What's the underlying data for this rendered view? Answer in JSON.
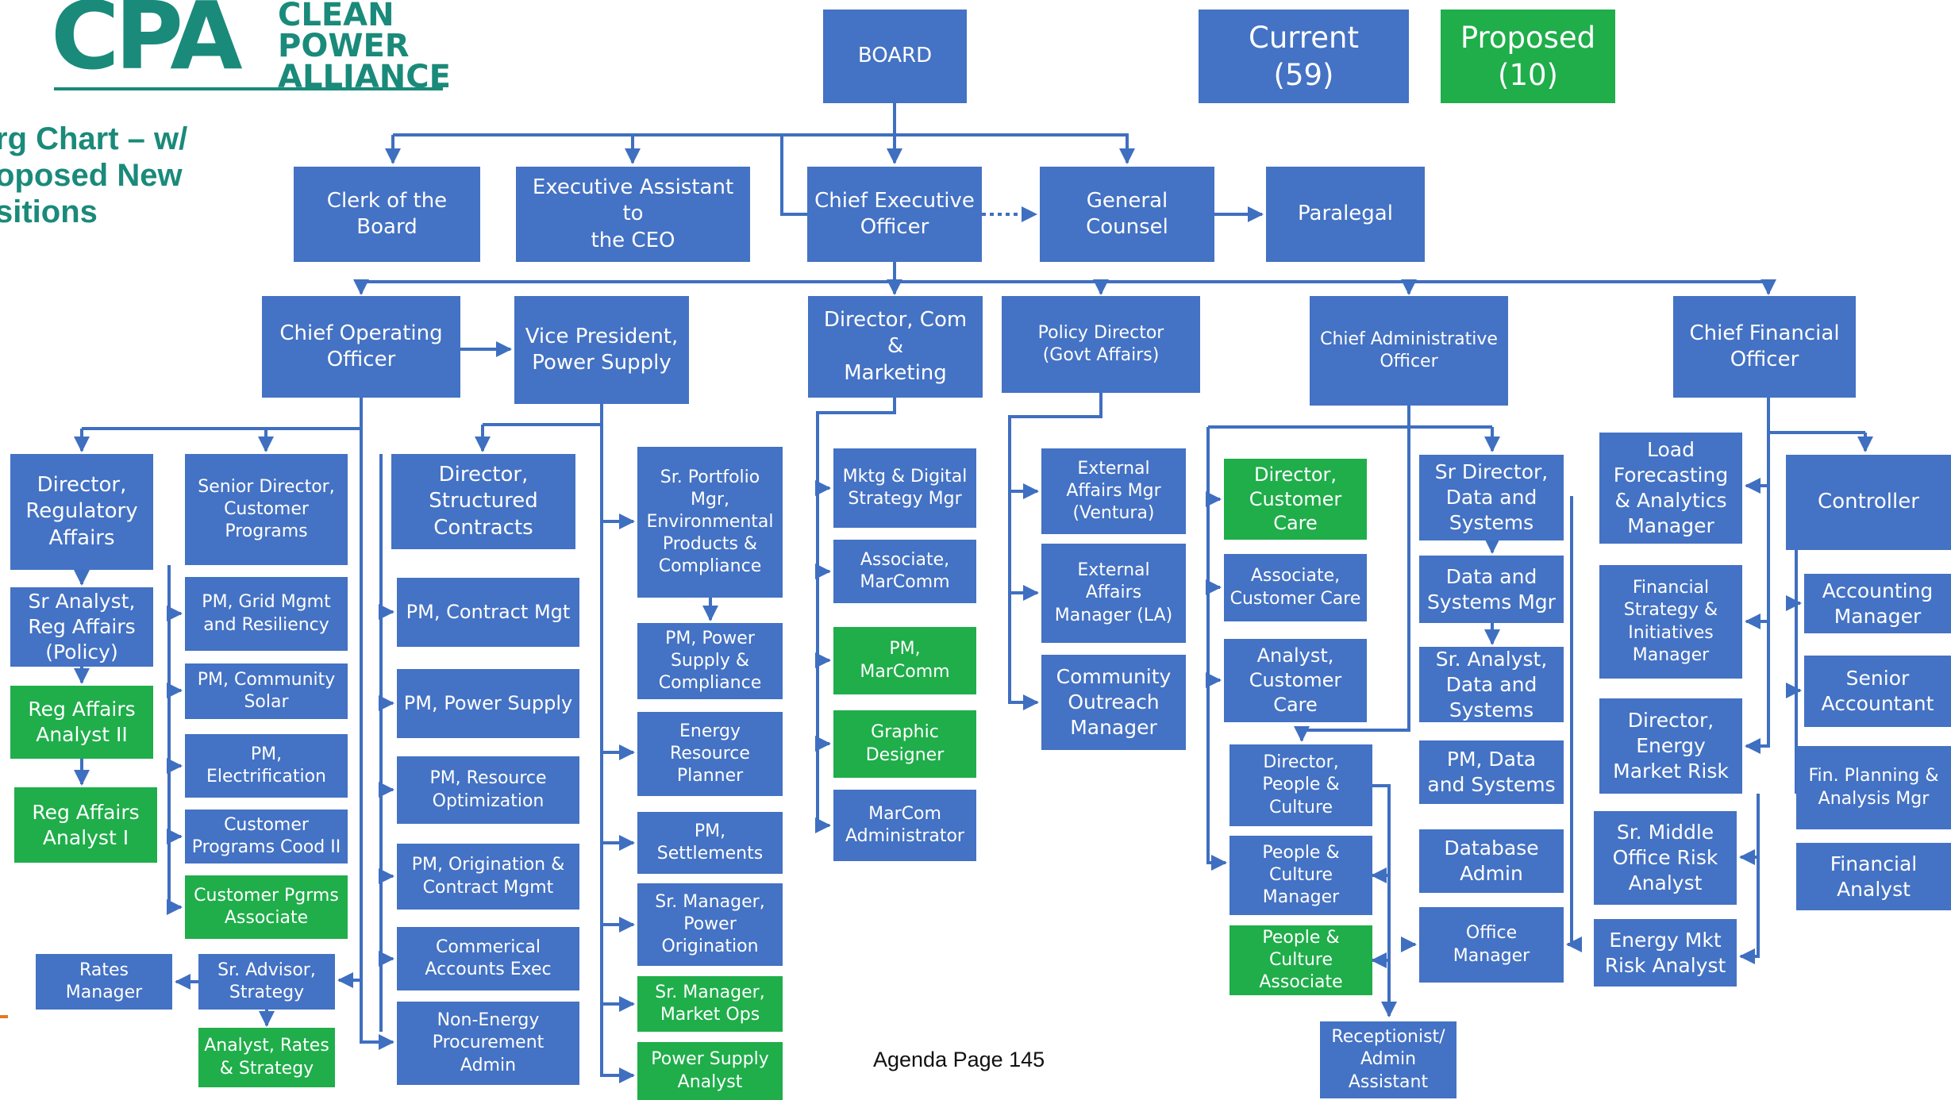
{
  "logo": {
    "mark": "CPA",
    "name": "CLEAN\nPOWER\nALLIANCE",
    "color": "#1a8a7a"
  },
  "title": "rg Chart – w/\noposed New\nsitions",
  "footer": "Agenda Page 145",
  "colors": {
    "current": "#4472c4",
    "proposed": "#1fae4a",
    "connector": "#3f6fc0"
  },
  "legend": {
    "current": "Current\n(59)",
    "proposed": "Proposed\n(10)"
  },
  "nodes": [
    {
      "id": "board",
      "text": "BOARD",
      "type": "current"
    },
    {
      "id": "clerk",
      "text": "Clerk of the Board",
      "type": "current"
    },
    {
      "id": "exec_asst",
      "text": "Executive Assistant to\nthe CEO",
      "type": "current"
    },
    {
      "id": "ceo",
      "text": "Chief Executive\nOfficer",
      "type": "current"
    },
    {
      "id": "gc",
      "text": "General Counsel",
      "type": "current"
    },
    {
      "id": "paralegal",
      "text": "Paralegal",
      "type": "current"
    },
    {
      "id": "coo",
      "text": "Chief Operating\nOfficer",
      "type": "current"
    },
    {
      "id": "vp_ps",
      "text": "Vice President,\nPower Supply",
      "type": "current"
    },
    {
      "id": "dir_com",
      "text": "Director, Com &\nMarketing",
      "type": "current"
    },
    {
      "id": "policy_dir",
      "text": "Policy Director\n(Govt Affairs)",
      "type": "current"
    },
    {
      "id": "cao",
      "text": "Chief Administrative\nOfficer",
      "type": "current"
    },
    {
      "id": "cfo",
      "text": "Chief Financial\nOfficer",
      "type": "current"
    },
    {
      "id": "dir_reg",
      "text": "Director,\nRegulatory\nAffairs",
      "type": "current"
    },
    {
      "id": "sr_analyst_reg",
      "text": "Sr Analyst,\nReg Affairs\n(Policy)",
      "type": "current"
    },
    {
      "id": "reg_analyst_2",
      "text": "Reg Affairs\nAnalyst II",
      "type": "proposed"
    },
    {
      "id": "reg_analyst_1",
      "text": "Reg Affairs\nAnalyst I",
      "type": "proposed"
    },
    {
      "id": "rates_mgr",
      "text": "Rates\nManager",
      "type": "current"
    },
    {
      "id": "sr_dir_cust",
      "text": "Senior Director,\nCustomer\nPrograms",
      "type": "current"
    },
    {
      "id": "pm_grid",
      "text": "PM, Grid Mgmt\nand Resiliency",
      "type": "current"
    },
    {
      "id": "pm_comm_solar",
      "text": "PM, Community\nSolar",
      "type": "current"
    },
    {
      "id": "pm_elec",
      "text": "PM,\nElectrification",
      "type": "current"
    },
    {
      "id": "cust_coord",
      "text": "Customer\nPrograms Cood II",
      "type": "current"
    },
    {
      "id": "cust_assoc",
      "text": "Customer Pgrms\nAssociate",
      "type": "proposed"
    },
    {
      "id": "sr_advisor",
      "text": "Sr. Advisor,\nStrategy",
      "type": "current"
    },
    {
      "id": "analyst_rates",
      "text": "Analyst, Rates\n& Strategy",
      "type": "proposed"
    },
    {
      "id": "dir_struct",
      "text": "Director,\nStructured\nContracts",
      "type": "current"
    },
    {
      "id": "pm_contract",
      "text": "PM, Contract Mgt",
      "type": "current"
    },
    {
      "id": "pm_power",
      "text": "PM, Power Supply",
      "type": "current"
    },
    {
      "id": "pm_resource",
      "text": "PM, Resource\nOptimization",
      "type": "current"
    },
    {
      "id": "pm_orig",
      "text": "PM, Origination &\nContract Mgmt",
      "type": "current"
    },
    {
      "id": "comm_accts",
      "text": "Commerical\nAccounts Exec",
      "type": "current"
    },
    {
      "id": "non_energy",
      "text": "Non-Energy\nProcurement\nAdmin",
      "type": "current"
    },
    {
      "id": "sr_portfolio",
      "text": "Sr. Portfolio\nMgr,\nEnvironmental\nProducts &\nCompliance",
      "type": "current"
    },
    {
      "id": "pm_ps_comp",
      "text": "PM, Power\nSupply &\nCompliance",
      "type": "current"
    },
    {
      "id": "energy_planner",
      "text": "Energy\nResource\nPlanner",
      "type": "current"
    },
    {
      "id": "pm_settle",
      "text": "PM,\nSettlements",
      "type": "current"
    },
    {
      "id": "sr_mgr_orig",
      "text": "Sr. Manager,\nPower\nOrigination",
      "type": "current"
    },
    {
      "id": "sr_mgr_market",
      "text": "Sr. Manager,\nMarket Ops",
      "type": "proposed"
    },
    {
      "id": "ps_analyst",
      "text": "Power Supply\nAnalyst",
      "type": "proposed"
    },
    {
      "id": "mktg_digital",
      "text": "Mktg & Digital\nStrategy Mgr",
      "type": "current"
    },
    {
      "id": "assoc_marcomm",
      "text": "Associate,\nMarComm",
      "type": "current"
    },
    {
      "id": "pm_marcomm",
      "text": "PM,\nMarComm",
      "type": "proposed"
    },
    {
      "id": "graphic",
      "text": "Graphic\nDesigner",
      "type": "proposed"
    },
    {
      "id": "marcomm_admin",
      "text": "MarCom\nAdministrator",
      "type": "current"
    },
    {
      "id": "ext_ventura",
      "text": "External\nAffairs Mgr\n(Ventura)",
      "type": "current"
    },
    {
      "id": "ext_la",
      "text": "External\nAffairs\nManager (LA)",
      "type": "current"
    },
    {
      "id": "comm_outreach",
      "text": "Community\nOutreach\nManager",
      "type": "current"
    },
    {
      "id": "dir_cust_care",
      "text": "Director,\nCustomer\nCare",
      "type": "proposed"
    },
    {
      "id": "assoc_cust_care",
      "text": "Associate,\nCustomer Care",
      "type": "current"
    },
    {
      "id": "analyst_cust_care",
      "text": "Analyst,\nCustomer\nCare",
      "type": "current"
    },
    {
      "id": "dir_people",
      "text": "Director,\nPeople &\nCulture",
      "type": "current"
    },
    {
      "id": "people_mgr",
      "text": "People &\nCulture\nManager",
      "type": "current"
    },
    {
      "id": "people_assoc",
      "text": "People &\nCulture\nAssociate",
      "type": "proposed"
    },
    {
      "id": "receptionist",
      "text": "Receptionist/\nAdmin\nAssistant",
      "type": "current"
    },
    {
      "id": "sr_dir_data",
      "text": "Sr Director,\nData and\nSystems",
      "type": "current"
    },
    {
      "id": "data_mgr",
      "text": "Data and\nSystems Mgr",
      "type": "current"
    },
    {
      "id": "sr_analyst_data",
      "text": "Sr. Analyst,\nData and\nSystems",
      "type": "current"
    },
    {
      "id": "pm_data",
      "text": "PM, Data\nand Systems",
      "type": "current"
    },
    {
      "id": "db_admin",
      "text": "Database\nAdmin",
      "type": "current"
    },
    {
      "id": "office_mgr",
      "text": "Office\nManager",
      "type": "current"
    },
    {
      "id": "load_fc",
      "text": "Load\nForecasting\n& Analytics\nManager",
      "type": "current"
    },
    {
      "id": "fin_strategy",
      "text": "Financial\nStrategy &\nInitiatives\nManager",
      "type": "current"
    },
    {
      "id": "dir_energy_risk",
      "text": "Director,\nEnergy\nMarket Risk",
      "type": "current"
    },
    {
      "id": "sr_mo_risk",
      "text": "Sr. Middle\nOffice Risk\nAnalyst",
      "type": "current"
    },
    {
      "id": "energy_risk_analyst",
      "text": "Energy Mkt\nRisk Analyst",
      "type": "current"
    },
    {
      "id": "controller",
      "text": "Controller",
      "type": "current"
    },
    {
      "id": "acct_mgr",
      "text": "Accounting\nManager",
      "type": "current"
    },
    {
      "id": "sr_accountant",
      "text": "Senior\nAccountant",
      "type": "current"
    },
    {
      "id": "fpa_mgr",
      "text": "Fin. Planning &\nAnalysis Mgr",
      "type": "current"
    },
    {
      "id": "fin_analyst",
      "text": "Financial\nAnalyst",
      "type": "current"
    }
  ]
}
